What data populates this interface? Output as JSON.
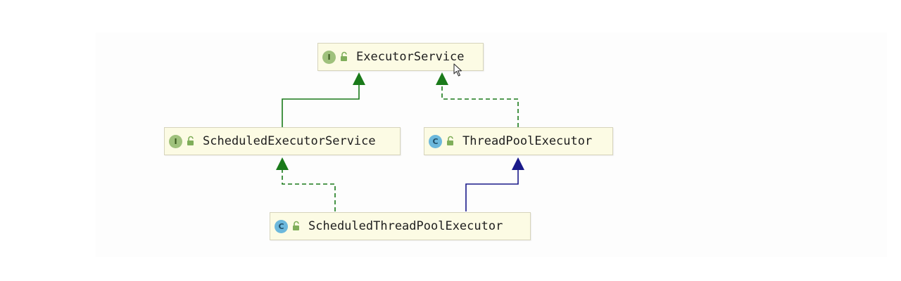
{
  "nodes": {
    "executor_service": {
      "label": "ExecutorService",
      "kind": "I",
      "kind_type": "interface",
      "icon": "interface-icon"
    },
    "scheduled_executor_service": {
      "label": "ScheduledExecutorService",
      "kind": "I",
      "kind_type": "interface",
      "icon": "interface-icon"
    },
    "thread_pool_executor": {
      "label": "ThreadPoolExecutor",
      "kind": "C",
      "kind_type": "class",
      "icon": "class-icon"
    },
    "scheduled_thread_pool_executor": {
      "label": "ScheduledThreadPoolExecutor",
      "kind": "C",
      "kind_type": "class",
      "icon": "class-icon"
    }
  },
  "edges": [
    {
      "from": "scheduled_executor_service",
      "to": "executor_service",
      "relation": "extends",
      "style": "solid",
      "color": "#1a7a1a"
    },
    {
      "from": "thread_pool_executor",
      "to": "executor_service",
      "relation": "implements",
      "style": "dashed",
      "color": "#1a7a1a"
    },
    {
      "from": "scheduled_thread_pool_executor",
      "to": "scheduled_executor_service",
      "relation": "implements",
      "style": "dashed",
      "color": "#1a7a1a"
    },
    {
      "from": "scheduled_thread_pool_executor",
      "to": "thread_pool_executor",
      "relation": "extends",
      "style": "solid",
      "color": "#1a1a8a"
    }
  ],
  "colors": {
    "node_fill": "#fcfbe4",
    "node_border": "#d6d4bc",
    "interface_badge": "#9fc17c",
    "class_badge": "#6cb8dc",
    "lock_icon": "#7fae5a"
  }
}
